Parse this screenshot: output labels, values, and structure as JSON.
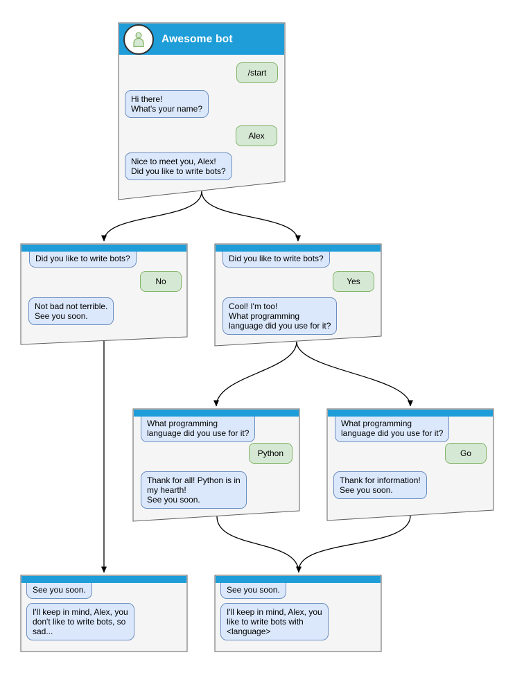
{
  "app": {
    "title": "Awesome bot"
  },
  "colors": {
    "header_blue": "#1e9dd8",
    "window_bg": "#f5f5f5",
    "window_border": "#616161",
    "bot_bubble_bg": "#dbe8fc",
    "bot_bubble_border": "#6c8ebf",
    "user_bubble_bg": "#d5e8d4",
    "user_bubble_border": "#82b366",
    "connector": "#000000"
  },
  "windows": {
    "root": {
      "title": "Awesome bot",
      "avatar_icon": "person-icon",
      "messages": {
        "start_cmd": "/start",
        "greeting": "Hi there!\nWhat's your name?",
        "name_reply": "Alex",
        "ask_bots": "Nice to meet you, Alex!\nDid you like to write bots?"
      }
    },
    "branch_no": {
      "question": "Did you like to write bots?",
      "answer": "No",
      "response": "Not bad not terrible.\nSee you soon."
    },
    "branch_yes": {
      "question": "Did you like to write bots?",
      "answer": "Yes",
      "response": "Cool! I'm too!\nWhat programming\nlanguage did you use for it?"
    },
    "branch_python": {
      "question": "What programming\nlanguage did you use for it?",
      "answer": "Python",
      "response": "Thank for all! Python is in\nmy hearth!\nSee you soon."
    },
    "branch_go": {
      "question": "What programming\nlanguage did you use for it?",
      "answer": "Go",
      "response": "Thank for information!\nSee you soon."
    },
    "end_no": {
      "question": "See you soon.",
      "response": "I'll keep in mind, Alex, you\ndon't like to write bots, so\nsad..."
    },
    "end_yes": {
      "question": "See you soon.",
      "response": "I'll keep in mind, Alex, you\nlike to write bots with\n<language>"
    }
  }
}
